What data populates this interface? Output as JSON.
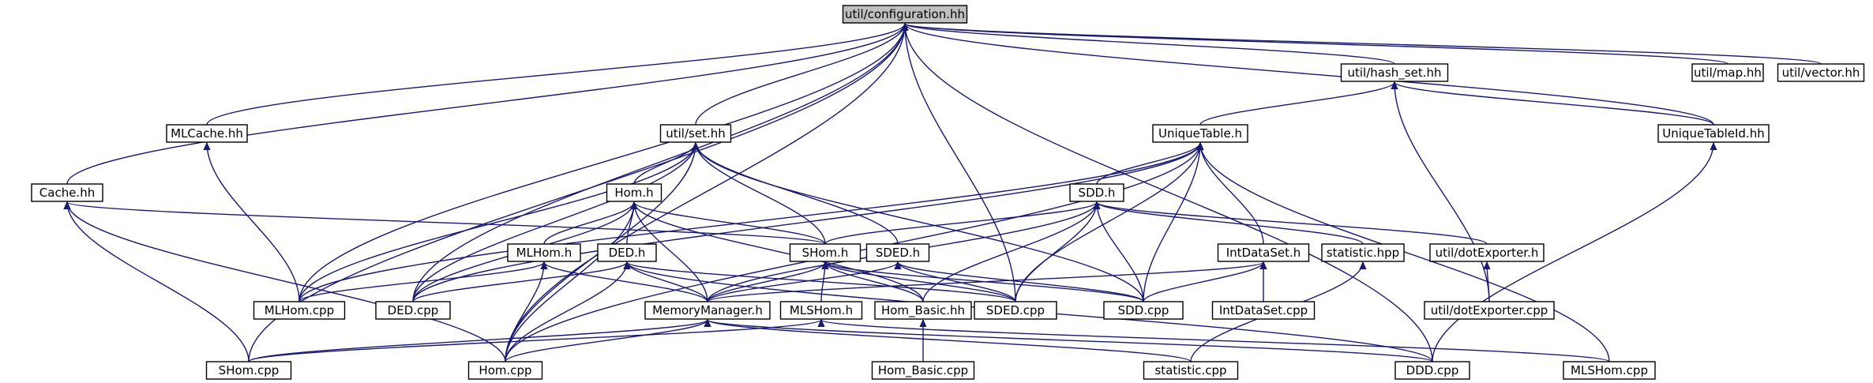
{
  "diagram": {
    "nodes": [
      {
        "id": "configuration",
        "label": "util/configuration.hh",
        "root": true
      },
      {
        "id": "hash_set",
        "label": "util/hash_set.hh"
      },
      {
        "id": "map",
        "label": "util/map.hh"
      },
      {
        "id": "vector",
        "label": "util/vector.hh"
      },
      {
        "id": "mlcache",
        "label": "MLCache.hh"
      },
      {
        "id": "set",
        "label": "util/set.hh"
      },
      {
        "id": "uniquetable",
        "label": "UniqueTable.h"
      },
      {
        "id": "uniquetableid",
        "label": "UniqueTableId.hh"
      },
      {
        "id": "cache",
        "label": "Cache.hh"
      },
      {
        "id": "hom_h",
        "label": "Hom.h"
      },
      {
        "id": "sdd_h",
        "label": "SDD.h"
      },
      {
        "id": "mlhom_h",
        "label": "MLHom.h"
      },
      {
        "id": "ded_h",
        "label": "DED.h"
      },
      {
        "id": "shom_h",
        "label": "SHom.h"
      },
      {
        "id": "sded_h",
        "label": "SDED.h"
      },
      {
        "id": "intdataset_h",
        "label": "IntDataSet.h"
      },
      {
        "id": "statistic_hpp",
        "label": "statistic.hpp"
      },
      {
        "id": "dotexporter_h",
        "label": "util/dotExporter.h"
      },
      {
        "id": "mlhom_cpp",
        "label": "MLHom.cpp"
      },
      {
        "id": "ded_cpp",
        "label": "DED.cpp"
      },
      {
        "id": "memorymanager",
        "label": "MemoryManager.h"
      },
      {
        "id": "mlshom_h",
        "label": "MLSHom.h"
      },
      {
        "id": "hom_basic_hh",
        "label": "Hom_Basic.hh"
      },
      {
        "id": "sded_cpp",
        "label": "SDED.cpp"
      },
      {
        "id": "sdd_cpp",
        "label": "SDD.cpp"
      },
      {
        "id": "intdataset_cpp",
        "label": "IntDataSet.cpp"
      },
      {
        "id": "dotexporter_cpp",
        "label": "util/dotExporter.cpp"
      },
      {
        "id": "shom_cpp",
        "label": "SHom.cpp"
      },
      {
        "id": "hom_cpp",
        "label": "Hom.cpp"
      },
      {
        "id": "hom_basic_cpp",
        "label": "Hom_Basic.cpp"
      },
      {
        "id": "statistic_cpp",
        "label": "statistic.cpp"
      },
      {
        "id": "ddd_cpp",
        "label": "DDD.cpp"
      },
      {
        "id": "mlshom_cpp",
        "label": "MLSHom.cpp"
      }
    ],
    "edges": [
      [
        "hash_set",
        "configuration"
      ],
      [
        "map",
        "configuration"
      ],
      [
        "vector",
        "configuration"
      ],
      [
        "mlcache",
        "configuration"
      ],
      [
        "set",
        "configuration"
      ],
      [
        "uniquetableid",
        "configuration"
      ],
      [
        "cache",
        "configuration"
      ],
      [
        "mlhom_cpp",
        "configuration"
      ],
      [
        "ded_cpp",
        "configuration"
      ],
      [
        "sded_cpp",
        "configuration"
      ],
      [
        "shom_cpp",
        "configuration"
      ],
      [
        "hom_cpp",
        "configuration"
      ],
      [
        "ddd_cpp",
        "configuration"
      ],
      [
        "uniquetable",
        "hash_set"
      ],
      [
        "uniquetableid",
        "hash_set"
      ],
      [
        "dotexporter_cpp",
        "hash_set"
      ],
      [
        "mlhom_cpp",
        "mlcache"
      ],
      [
        "hom_h",
        "set"
      ],
      [
        "shom_h",
        "set"
      ],
      [
        "sded_h",
        "set"
      ],
      [
        "mlhom_cpp",
        "set"
      ],
      [
        "ded_cpp",
        "set"
      ],
      [
        "sdd_cpp",
        "set"
      ],
      [
        "hom_cpp",
        "set"
      ],
      [
        "sdd_h",
        "uniquetable"
      ],
      [
        "intdataset_h",
        "uniquetable"
      ],
      [
        "mlhom_cpp",
        "uniquetable"
      ],
      [
        "ded_cpp",
        "uniquetable"
      ],
      [
        "sded_cpp",
        "uniquetable"
      ],
      [
        "sdd_cpp",
        "uniquetable"
      ],
      [
        "hom_cpp",
        "uniquetable"
      ],
      [
        "mlshom_cpp",
        "uniquetable"
      ],
      [
        "ddd_cpp",
        "uniquetableid"
      ],
      [
        "shom_h",
        "cache"
      ],
      [
        "shom_cpp",
        "cache"
      ],
      [
        "hom_cpp",
        "cache"
      ],
      [
        "mlhom_h",
        "hom_h"
      ],
      [
        "ded_h",
        "hom_h"
      ],
      [
        "shom_h",
        "hom_h"
      ],
      [
        "memorymanager",
        "hom_h"
      ],
      [
        "hom_basic_hh",
        "hom_h"
      ],
      [
        "ded_cpp",
        "hom_h"
      ],
      [
        "hom_cpp",
        "hom_h"
      ],
      [
        "shom_h",
        "sdd_h"
      ],
      [
        "statistic_hpp",
        "sdd_h"
      ],
      [
        "dotexporter_h",
        "sdd_h"
      ],
      [
        "memorymanager",
        "sdd_h"
      ],
      [
        "hom_basic_hh",
        "sdd_h"
      ],
      [
        "sded_cpp",
        "sdd_h"
      ],
      [
        "sdd_cpp",
        "sdd_h"
      ],
      [
        "mlhom_cpp",
        "mlhom_h"
      ],
      [
        "memorymanager",
        "mlhom_h"
      ],
      [
        "hom_cpp",
        "mlhom_h"
      ],
      [
        "memorymanager",
        "ded_h"
      ],
      [
        "ded_cpp",
        "ded_h"
      ],
      [
        "sded_cpp",
        "ded_h"
      ],
      [
        "hom_cpp",
        "ded_h"
      ],
      [
        "ddd_cpp",
        "ded_h"
      ],
      [
        "memorymanager",
        "shom_h"
      ],
      [
        "mlshom_h",
        "shom_h"
      ],
      [
        "hom_basic_hh",
        "shom_h"
      ],
      [
        "sded_cpp",
        "shom_h"
      ],
      [
        "sdd_cpp",
        "shom_h"
      ],
      [
        "memorymanager",
        "sded_h"
      ],
      [
        "sded_cpp",
        "sded_h"
      ],
      [
        "sdd_cpp",
        "sded_h"
      ],
      [
        "memorymanager",
        "intdataset_h"
      ],
      [
        "sdd_cpp",
        "intdataset_h"
      ],
      [
        "intdataset_cpp",
        "intdataset_h"
      ],
      [
        "statistic_cpp",
        "statistic_hpp"
      ],
      [
        "dotexporter_cpp",
        "dotexporter_h"
      ],
      [
        "shom_cpp",
        "memorymanager"
      ],
      [
        "hom_cpp",
        "memorymanager"
      ],
      [
        "statistic_cpp",
        "memorymanager"
      ],
      [
        "ddd_cpp",
        "memorymanager"
      ],
      [
        "shom_cpp",
        "mlshom_h"
      ],
      [
        "mlshom_cpp",
        "mlshom_h"
      ],
      [
        "hom_basic_cpp",
        "hom_basic_hh"
      ]
    ]
  }
}
